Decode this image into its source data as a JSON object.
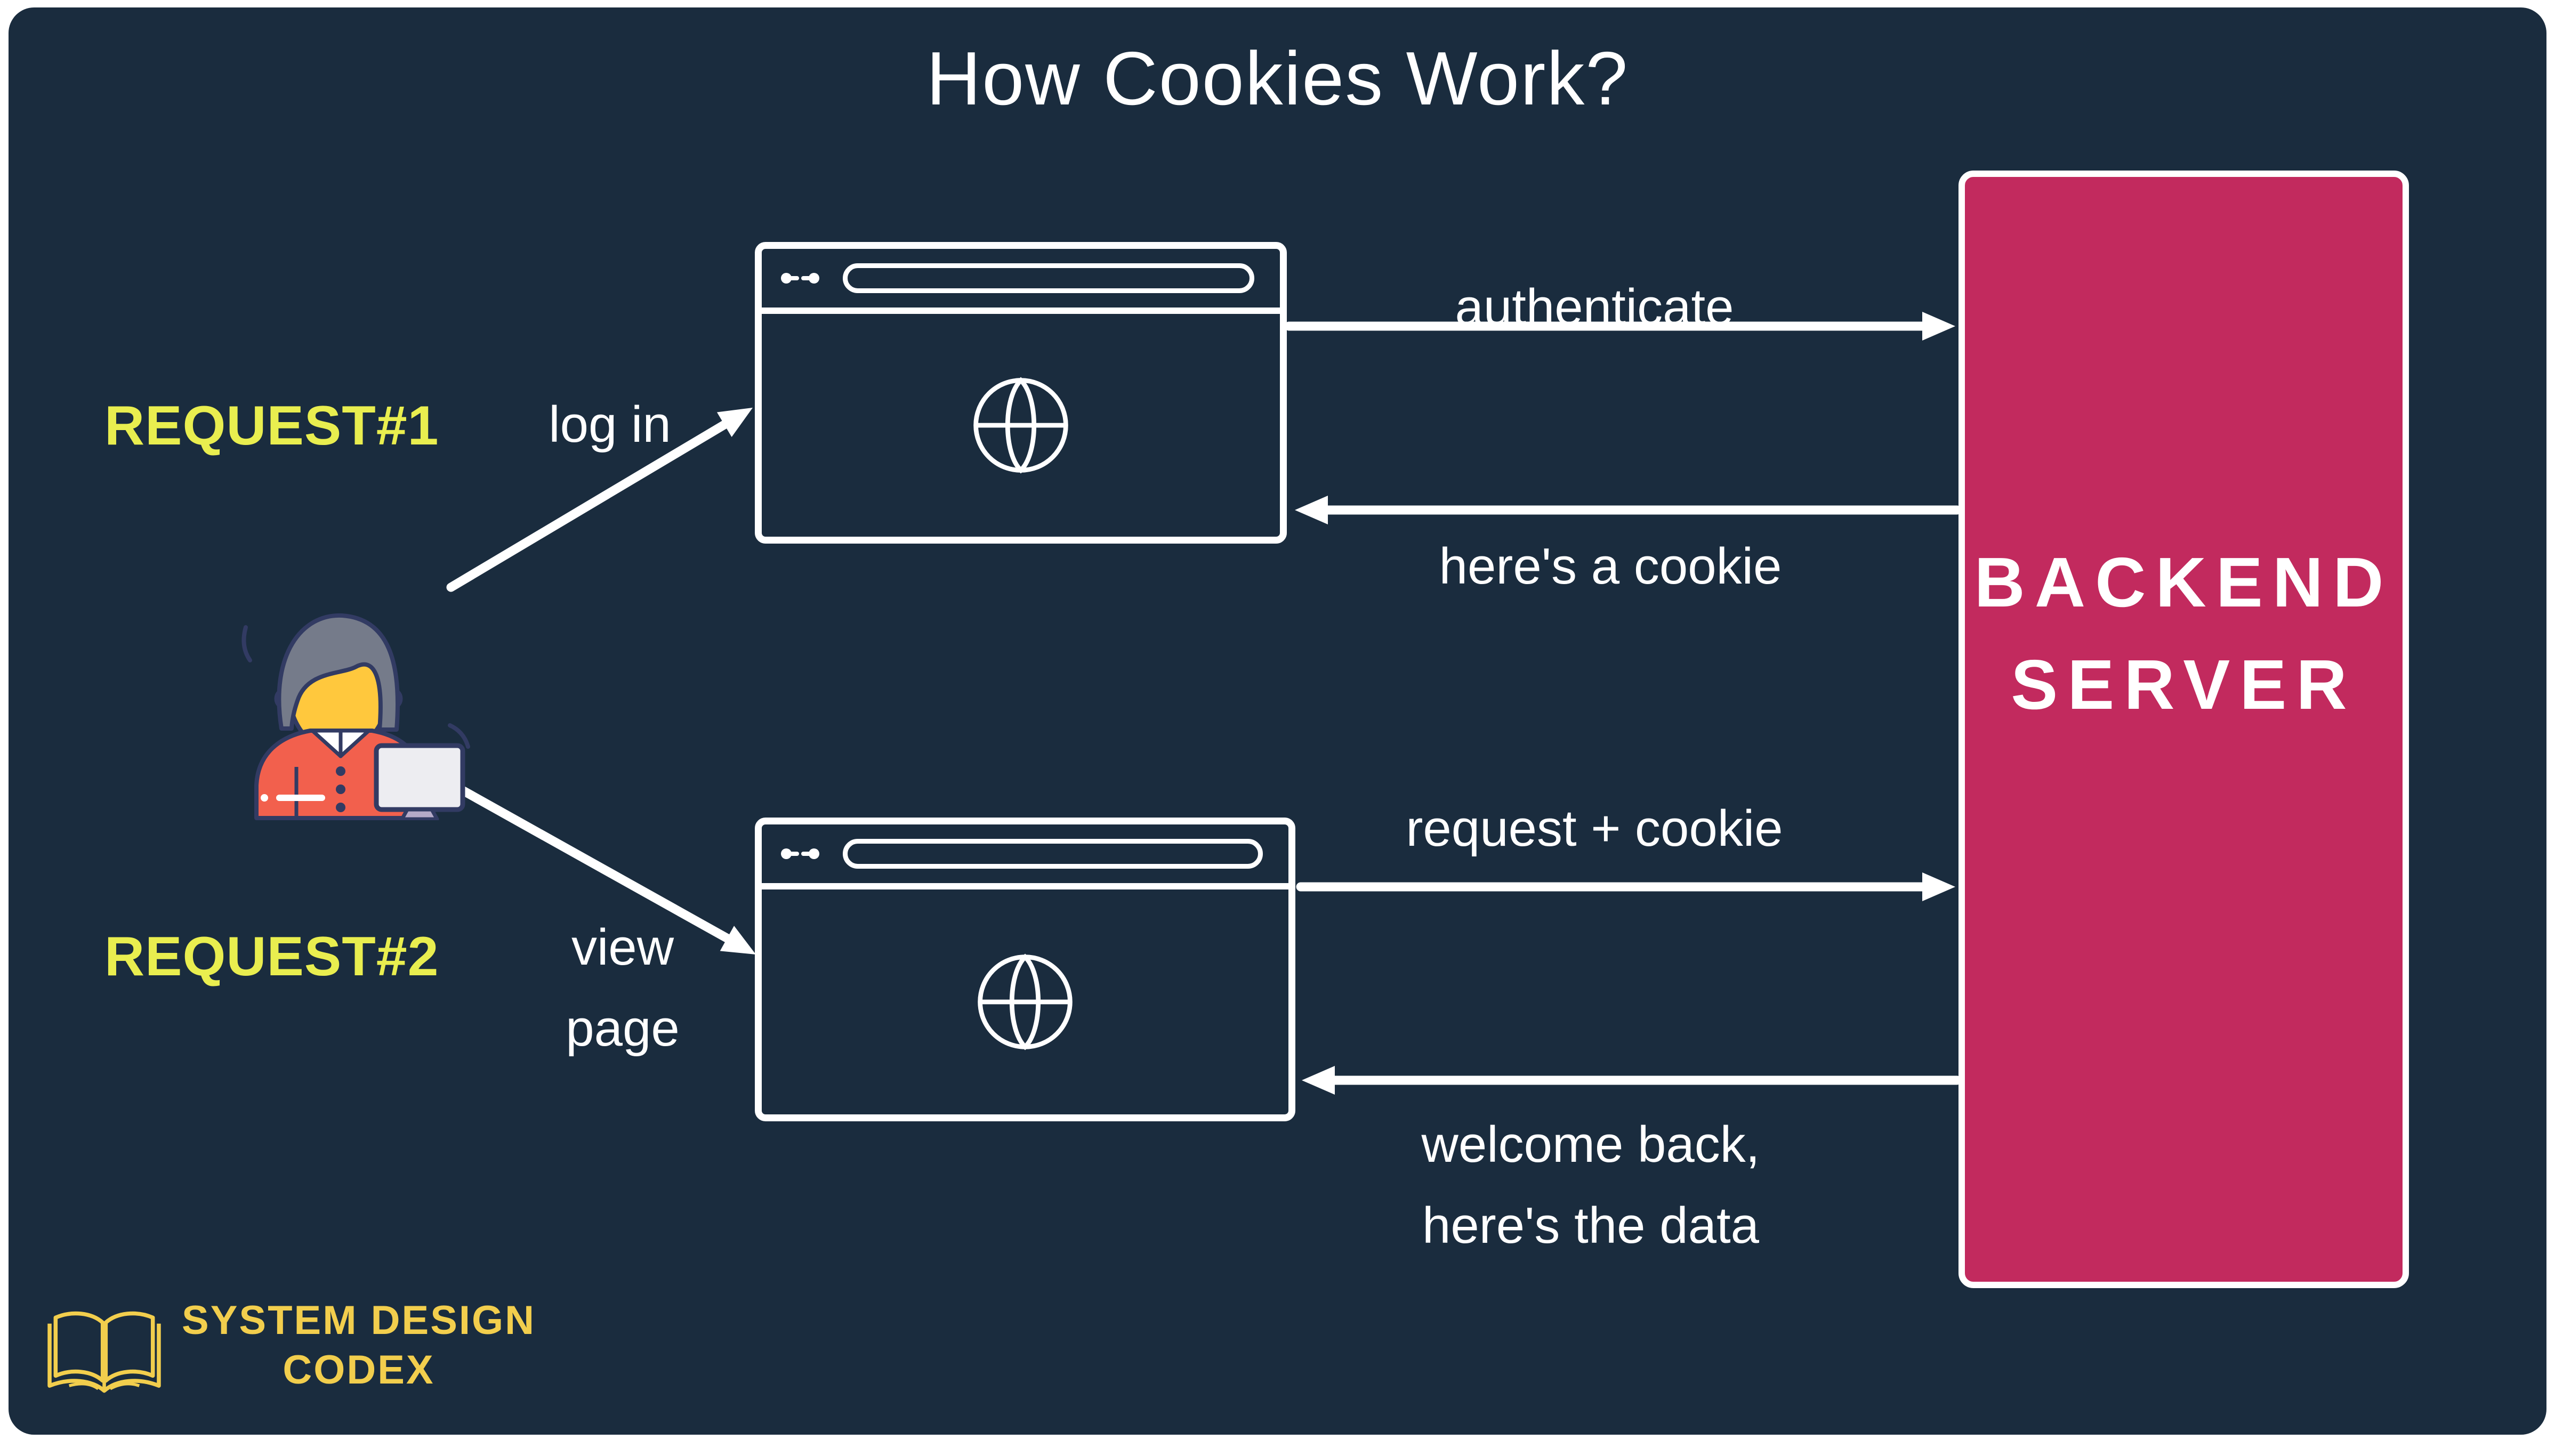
{
  "title": "How Cookies Work?",
  "requests": {
    "request1": "REQUEST#1",
    "request2": "REQUEST#2"
  },
  "actions": {
    "login": "log in",
    "view_page": [
      "view",
      "page"
    ],
    "authenticate": "authenticate",
    "heres_cookie": "here's a cookie",
    "request_cookie": "request + cookie",
    "welcome": [
      "welcome back,",
      "here's the data"
    ]
  },
  "server": {
    "line1": "BACKEND",
    "line2": "SERVER"
  },
  "logo": {
    "line1": "SYSTEM DESIGN",
    "line2": "CODEX"
  },
  "colors": {
    "canvas_background": "#1a2c3e",
    "page_border": "#ffffff",
    "server_pink": "#c22a5e",
    "label_yellow": "#e9ee4f",
    "text_white": "#ffffff",
    "logo_yellow": "#f2ce4d",
    "person_hair": "#757b8a",
    "person_skin": "#ffc83d",
    "person_shirt": "#f2604d",
    "person_outline": "#323b63",
    "monitor_screen": "#ededf1",
    "monitor_stand": "#b5aac8"
  },
  "icons": {
    "user": "person-at-computer-icon",
    "browser": "browser-window",
    "globe": "globe-icon",
    "nav": "nav-buttons-icon",
    "book": "open-book-icon"
  }
}
